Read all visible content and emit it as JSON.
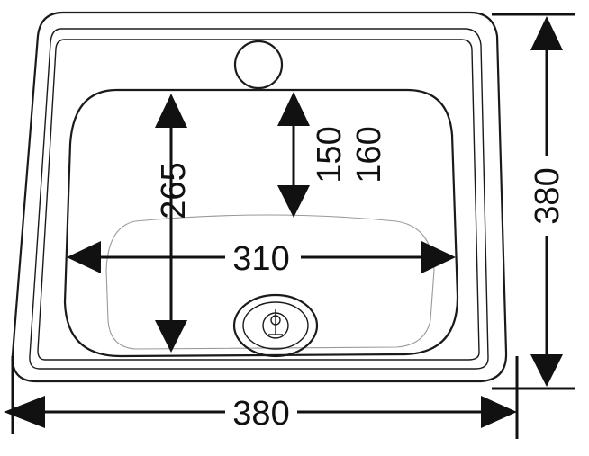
{
  "drawing": {
    "subject": "inset sink with single bowl",
    "colors": {
      "line": "#111111",
      "background": "#ffffff"
    },
    "dimensions": {
      "outer_width": "380",
      "outer_height": "380",
      "bowl_width": "310",
      "bowl_length": "265",
      "depth_min": "150",
      "depth_max": "160"
    }
  }
}
